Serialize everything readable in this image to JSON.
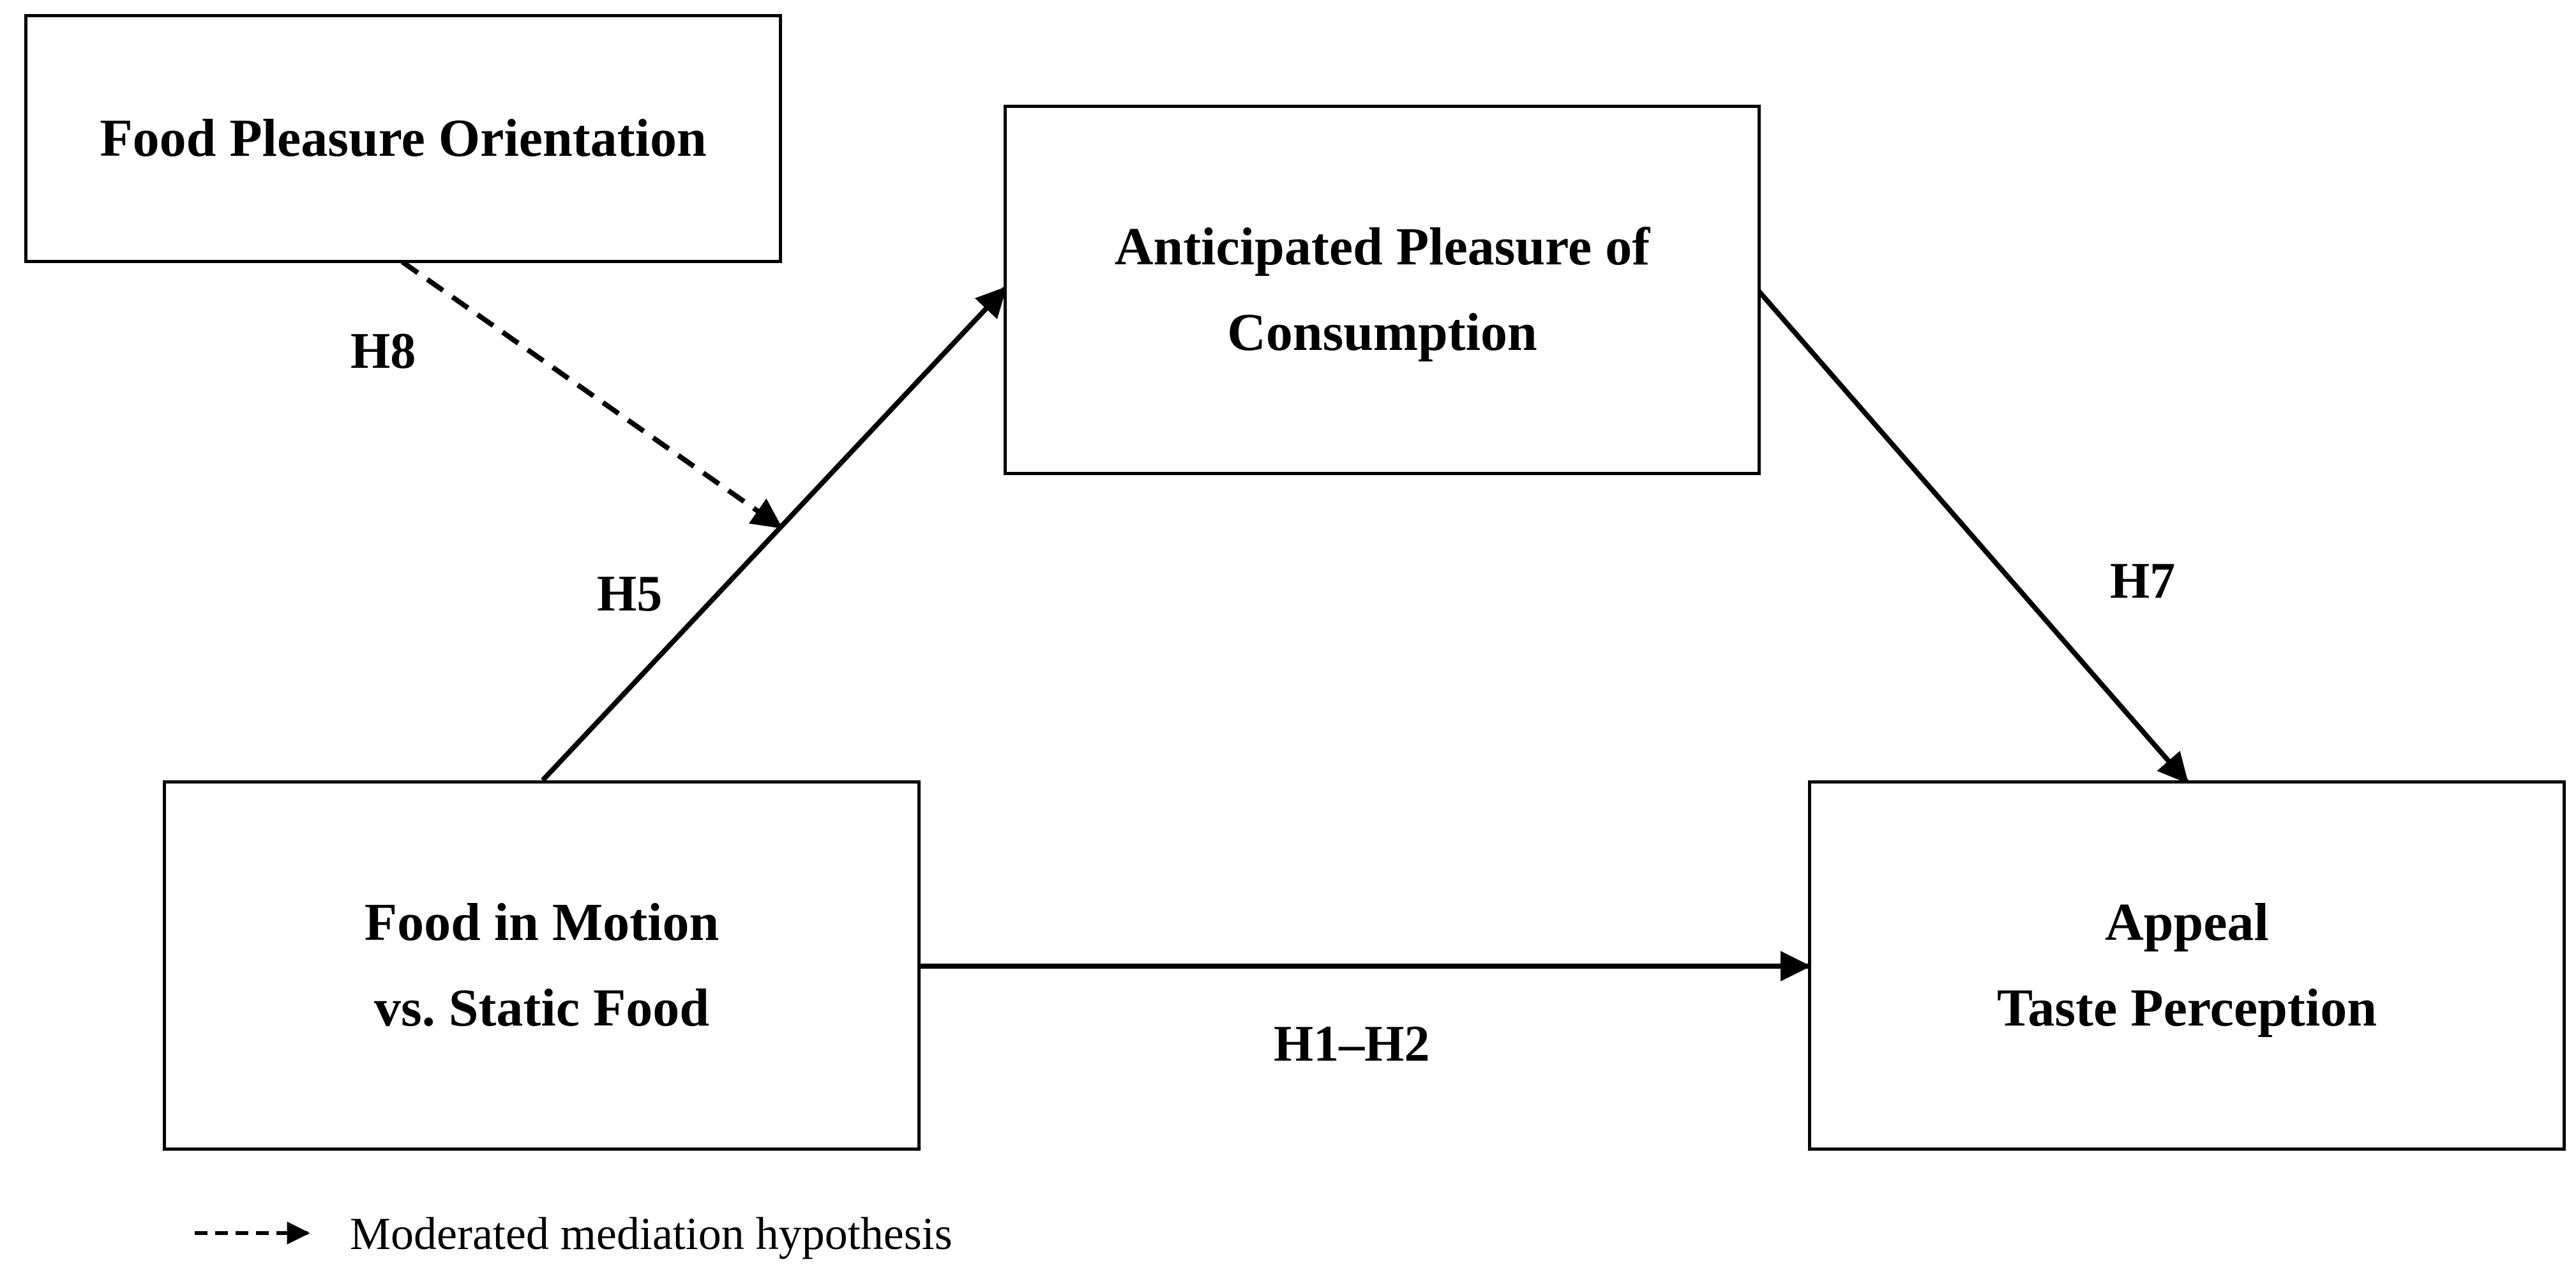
{
  "diagram": {
    "nodes": {
      "orientation": {
        "line1": "Food Pleasure Orientation"
      },
      "anticipated": {
        "line1": "Anticipated Pleasure of",
        "line2": "Consumption"
      },
      "motion": {
        "line1": "Food in Motion",
        "line2": "vs. Static Food"
      },
      "appeal": {
        "line1": "Appeal",
        "line2": "Taste Perception"
      }
    },
    "edges": {
      "h5": "H5",
      "h7": "H7",
      "h8": "H8",
      "h1h2": "H1–H2"
    },
    "legend": {
      "dashed_label": "Moderated mediation hypothesis"
    }
  }
}
